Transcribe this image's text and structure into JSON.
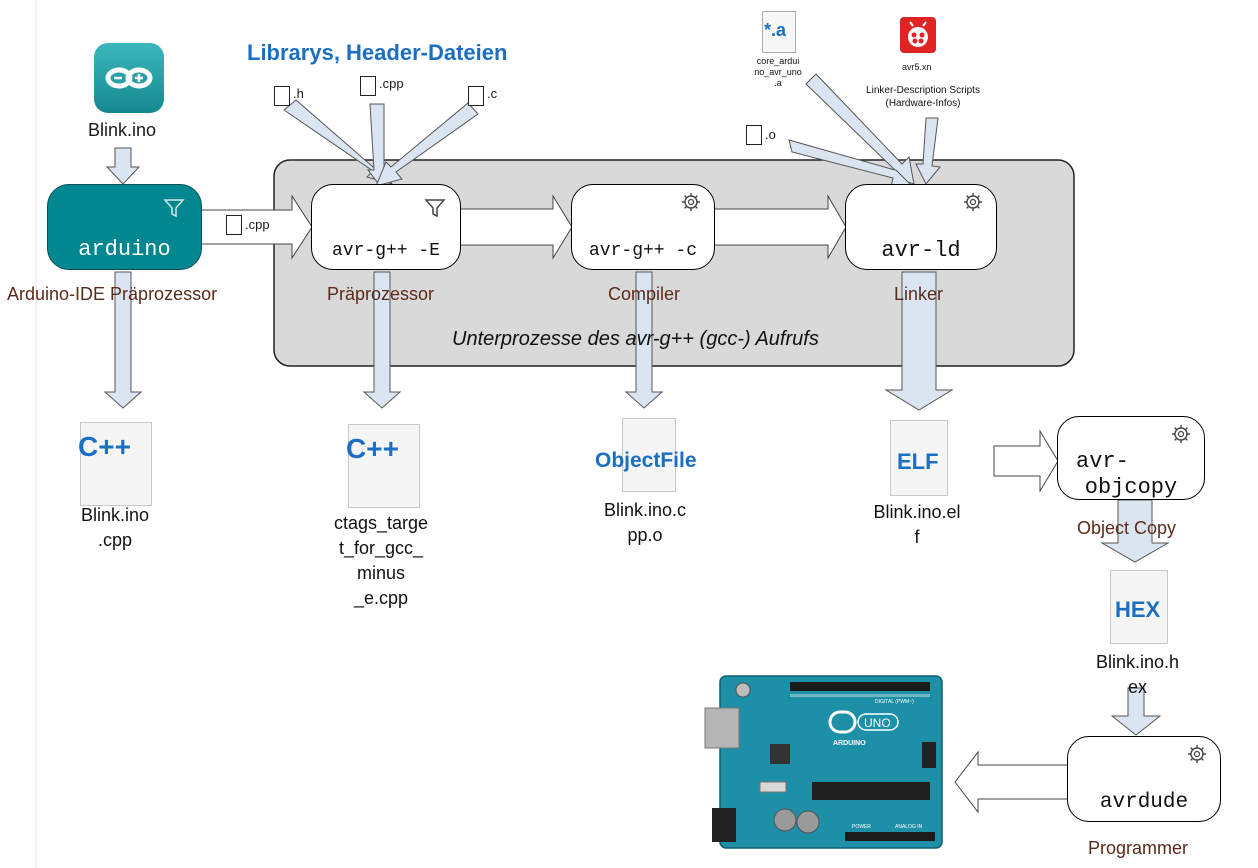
{
  "header": {
    "libraries_title": "Librarys, Header-Dateien",
    "subprocess_caption": "Unterprozesse des avr-g++ (gcc-) Aufrufs"
  },
  "inputs": {
    "sketch_name": "Blink.ino",
    "header_ext": ".h",
    "cpp_ext": ".cpp",
    "c_ext": ".c",
    "object_ext": ".o",
    "pipe_cpp_ext": ".cpp",
    "archive_badge": "*.a",
    "archive_lines": [
      "core_ardui",
      "no_avr_uno",
      ".a"
    ],
    "linker_script_file": "avr5.xn",
    "linker_script_lines": [
      "Linker-Description Scripts",
      "(Hardware-Infos)"
    ]
  },
  "processes": {
    "arduino": {
      "command": "arduino",
      "caption": "Arduino-IDE Präprozessor"
    },
    "preprocessor": {
      "command": "avr-g++ -E",
      "caption": "Präprozessor"
    },
    "compiler": {
      "command": "avr-g++ -c",
      "caption": "Compiler"
    },
    "linker": {
      "command": "avr-ld",
      "caption": "Linker"
    },
    "objcopy": {
      "command_lines": [
        "avr-",
        "objcopy"
      ],
      "caption": "Object Copy"
    },
    "avrdude": {
      "command": "avrdude",
      "caption": "Programmer"
    }
  },
  "outputs": {
    "ino_cpp": {
      "badge": "C++",
      "lines": [
        "Blink.ino",
        ".cpp"
      ]
    },
    "ctags": {
      "badge": "C++",
      "lines": [
        "ctags_targe",
        "t_for_gcc_",
        "minus",
        "_e.cpp"
      ]
    },
    "object": {
      "badge": "ObjectFile",
      "lines": [
        "Blink.ino.c",
        "pp.o"
      ]
    },
    "elf": {
      "badge": "ELF",
      "lines": [
        "Blink.ino.el",
        "f"
      ]
    },
    "hex": {
      "badge": "HEX",
      "lines": [
        "Blink.ino.h",
        "ex"
      ]
    }
  },
  "board": {
    "logo_text": "UNO",
    "brand": "ARDUINO",
    "digital_label": "DIGITAL (PWM~)",
    "power_label": "POWER",
    "analog_label": "ANALOG IN"
  },
  "colors": {
    "teal": "#00878f",
    "badge_blue": "#1a6fc4",
    "caption_brown": "#5a2a1a",
    "panel_gray": "#d9d9d9",
    "arrow_fill": "#dbe5f1",
    "board_teal": "#1d8fa6"
  }
}
